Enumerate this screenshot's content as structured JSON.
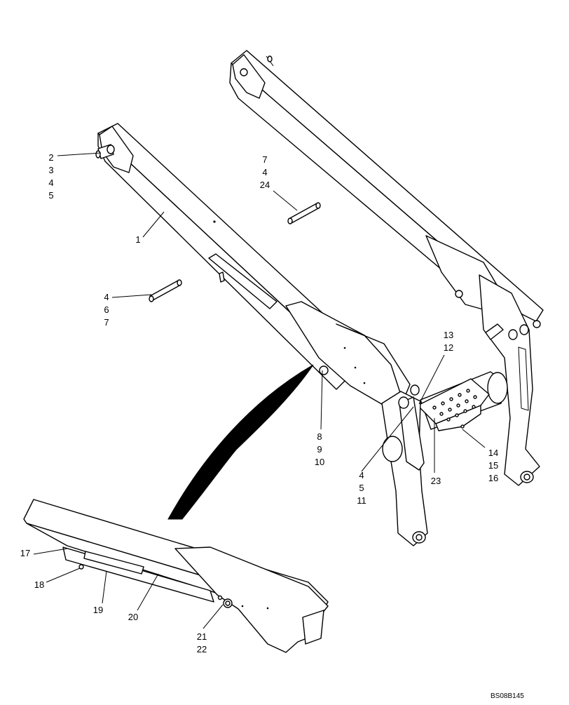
{
  "figure": {
    "drawing_code": "BS08B145",
    "callouts": [
      {
        "id": "c-2-3-4-5",
        "lines": [
          "2",
          "3",
          "4",
          "5"
        ]
      },
      {
        "id": "c-1",
        "lines": [
          "1"
        ]
      },
      {
        "id": "c-7-4-24",
        "lines": [
          "7",
          "4",
          "24"
        ]
      },
      {
        "id": "c-4-6-7",
        "lines": [
          "4",
          "6",
          "7"
        ]
      },
      {
        "id": "c-13-12",
        "lines": [
          "13",
          "12"
        ]
      },
      {
        "id": "c-8-9-10",
        "lines": [
          "8",
          "9",
          "10"
        ]
      },
      {
        "id": "c-4-5-11",
        "lines": [
          "4",
          "5",
          "11"
        ]
      },
      {
        "id": "c-23",
        "lines": [
          "23"
        ]
      },
      {
        "id": "c-14-15-16",
        "lines": [
          "14",
          "15",
          "16"
        ]
      },
      {
        "id": "c-17",
        "lines": [
          "17"
        ]
      },
      {
        "id": "c-18",
        "lines": [
          "18"
        ]
      },
      {
        "id": "c-19",
        "lines": [
          "19"
        ]
      },
      {
        "id": "c-20",
        "lines": [
          "20"
        ]
      },
      {
        "id": "c-21-22",
        "lines": [
          "21",
          "22"
        ]
      }
    ]
  }
}
